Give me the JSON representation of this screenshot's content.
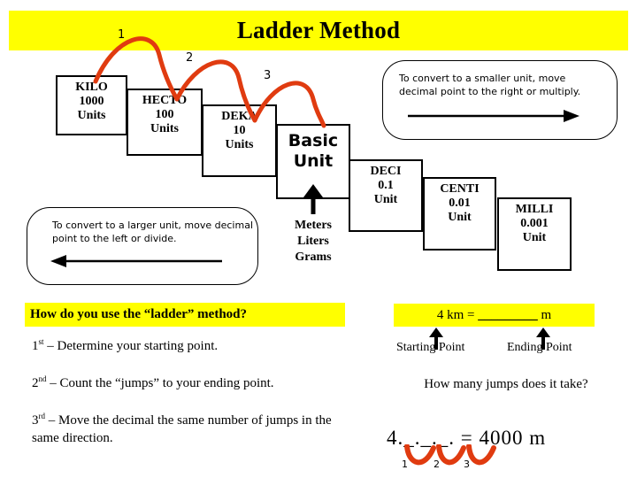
{
  "slide": {
    "title": "Ladder Method",
    "title_bg": "#FFFF00",
    "accent_red": "#E03B10"
  },
  "ladder": {
    "steps": [
      {
        "name": "KILO",
        "value": "1000",
        "unit": "Units"
      },
      {
        "name": "HECTO",
        "value": "100",
        "unit": "Units"
      },
      {
        "name": "DEKA",
        "value": "10",
        "unit": "Units"
      },
      {
        "name": "Basic",
        "value": "Unit",
        "unit": ""
      },
      {
        "name": "DECI",
        "value": "0.1",
        "unit": "Unit"
      },
      {
        "name": "CENTI",
        "value": "0.01",
        "unit": "Unit"
      },
      {
        "name": "MILLI",
        "value": "0.001",
        "unit": "Unit"
      }
    ],
    "jump_labels": [
      "1",
      "2",
      "3"
    ],
    "basic_unit_names": [
      "Meters",
      "Liters",
      "Grams"
    ]
  },
  "callouts": {
    "smaller": "To convert to a smaller unit, move decimal  point to the right or multiply.",
    "larger": "To convert to a larger unit, move decimal  point to the left or divide."
  },
  "instructions": {
    "heading": "How do you use the “ladder” method?",
    "steps": [
      {
        "ord": "1",
        "sup": "st",
        "text": " – Determine your starting point."
      },
      {
        "ord": "2",
        "sup": "nd",
        "text": " – Count the “jumps” to your ending point."
      },
      {
        "ord": "3",
        "sup": "rd",
        "text": " – Move the decimal the same number of jumps in the same direction."
      }
    ]
  },
  "example": {
    "equation_left": "4 km = ",
    "equation_blank": "_________",
    "equation_right": " m",
    "starting_point_label": "Starting Point",
    "ending_point_label": "Ending Point",
    "question": "How many jumps does it take?",
    "answer_line": "4._._._. = 4000 m",
    "jump_labels": [
      "1",
      "2",
      "3"
    ]
  }
}
